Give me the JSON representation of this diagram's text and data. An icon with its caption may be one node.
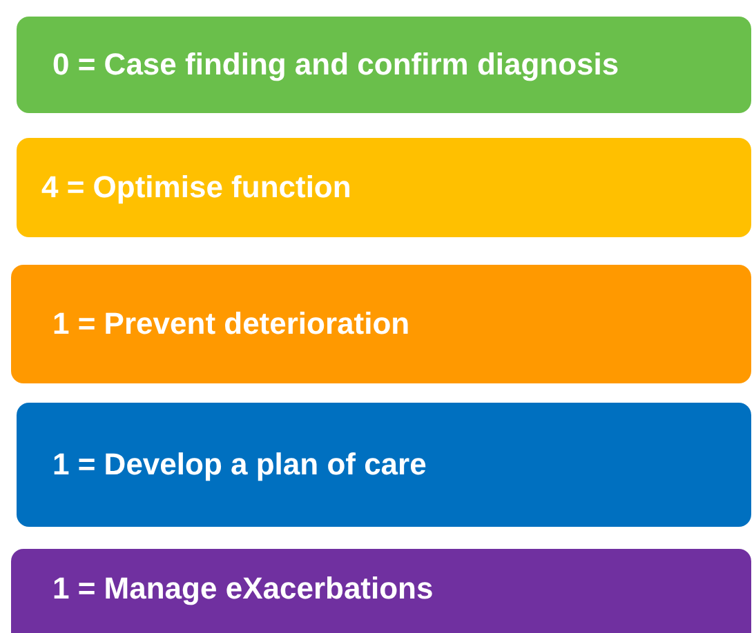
{
  "diagram": {
    "nodes": [
      {
        "text": [
          "0 = Case finding and confirm diagnosis"
        ]
      },
      {
        "text": [
          "4 = Optimise function"
        ]
      },
      {
        "text": [
          "1 = Prevent deterioration"
        ]
      },
      {
        "text": [
          "1 = Develop a plan of care"
        ]
      },
      {
        "text": [
          "1 = Manage eXacerbations"
        ]
      }
    ]
  }
}
